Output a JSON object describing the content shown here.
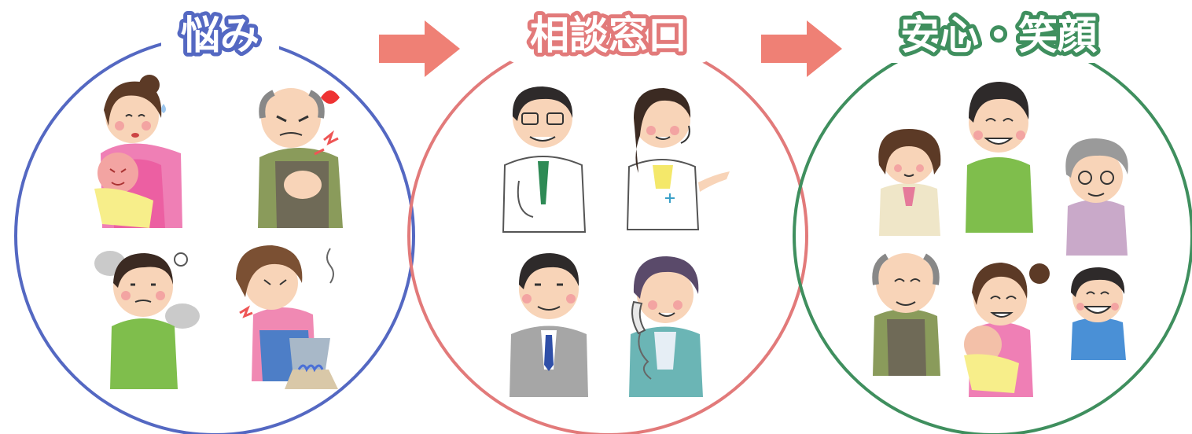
{
  "stages": [
    {
      "title": "悩み",
      "color": "#5468c2"
    },
    {
      "title": "相談窓口",
      "color": "#e27a7a"
    },
    {
      "title": "安心・笑顔",
      "color": "#3f8f5e"
    }
  ],
  "arrow_color": "#ef8075",
  "people": {
    "troubled": [
      "mother-with-crying-baby",
      "elderly-man-chest-pain",
      "stressed-man",
      "woman-cooking-burn"
    ],
    "consultants": [
      "doctor",
      "nurse-with-headset",
      "businessman",
      "woman-on-telephone"
    ],
    "relieved": [
      "girl",
      "smiling-man",
      "grandmother",
      "grandfather",
      "mother-with-baby",
      "smiling-boy"
    ]
  }
}
